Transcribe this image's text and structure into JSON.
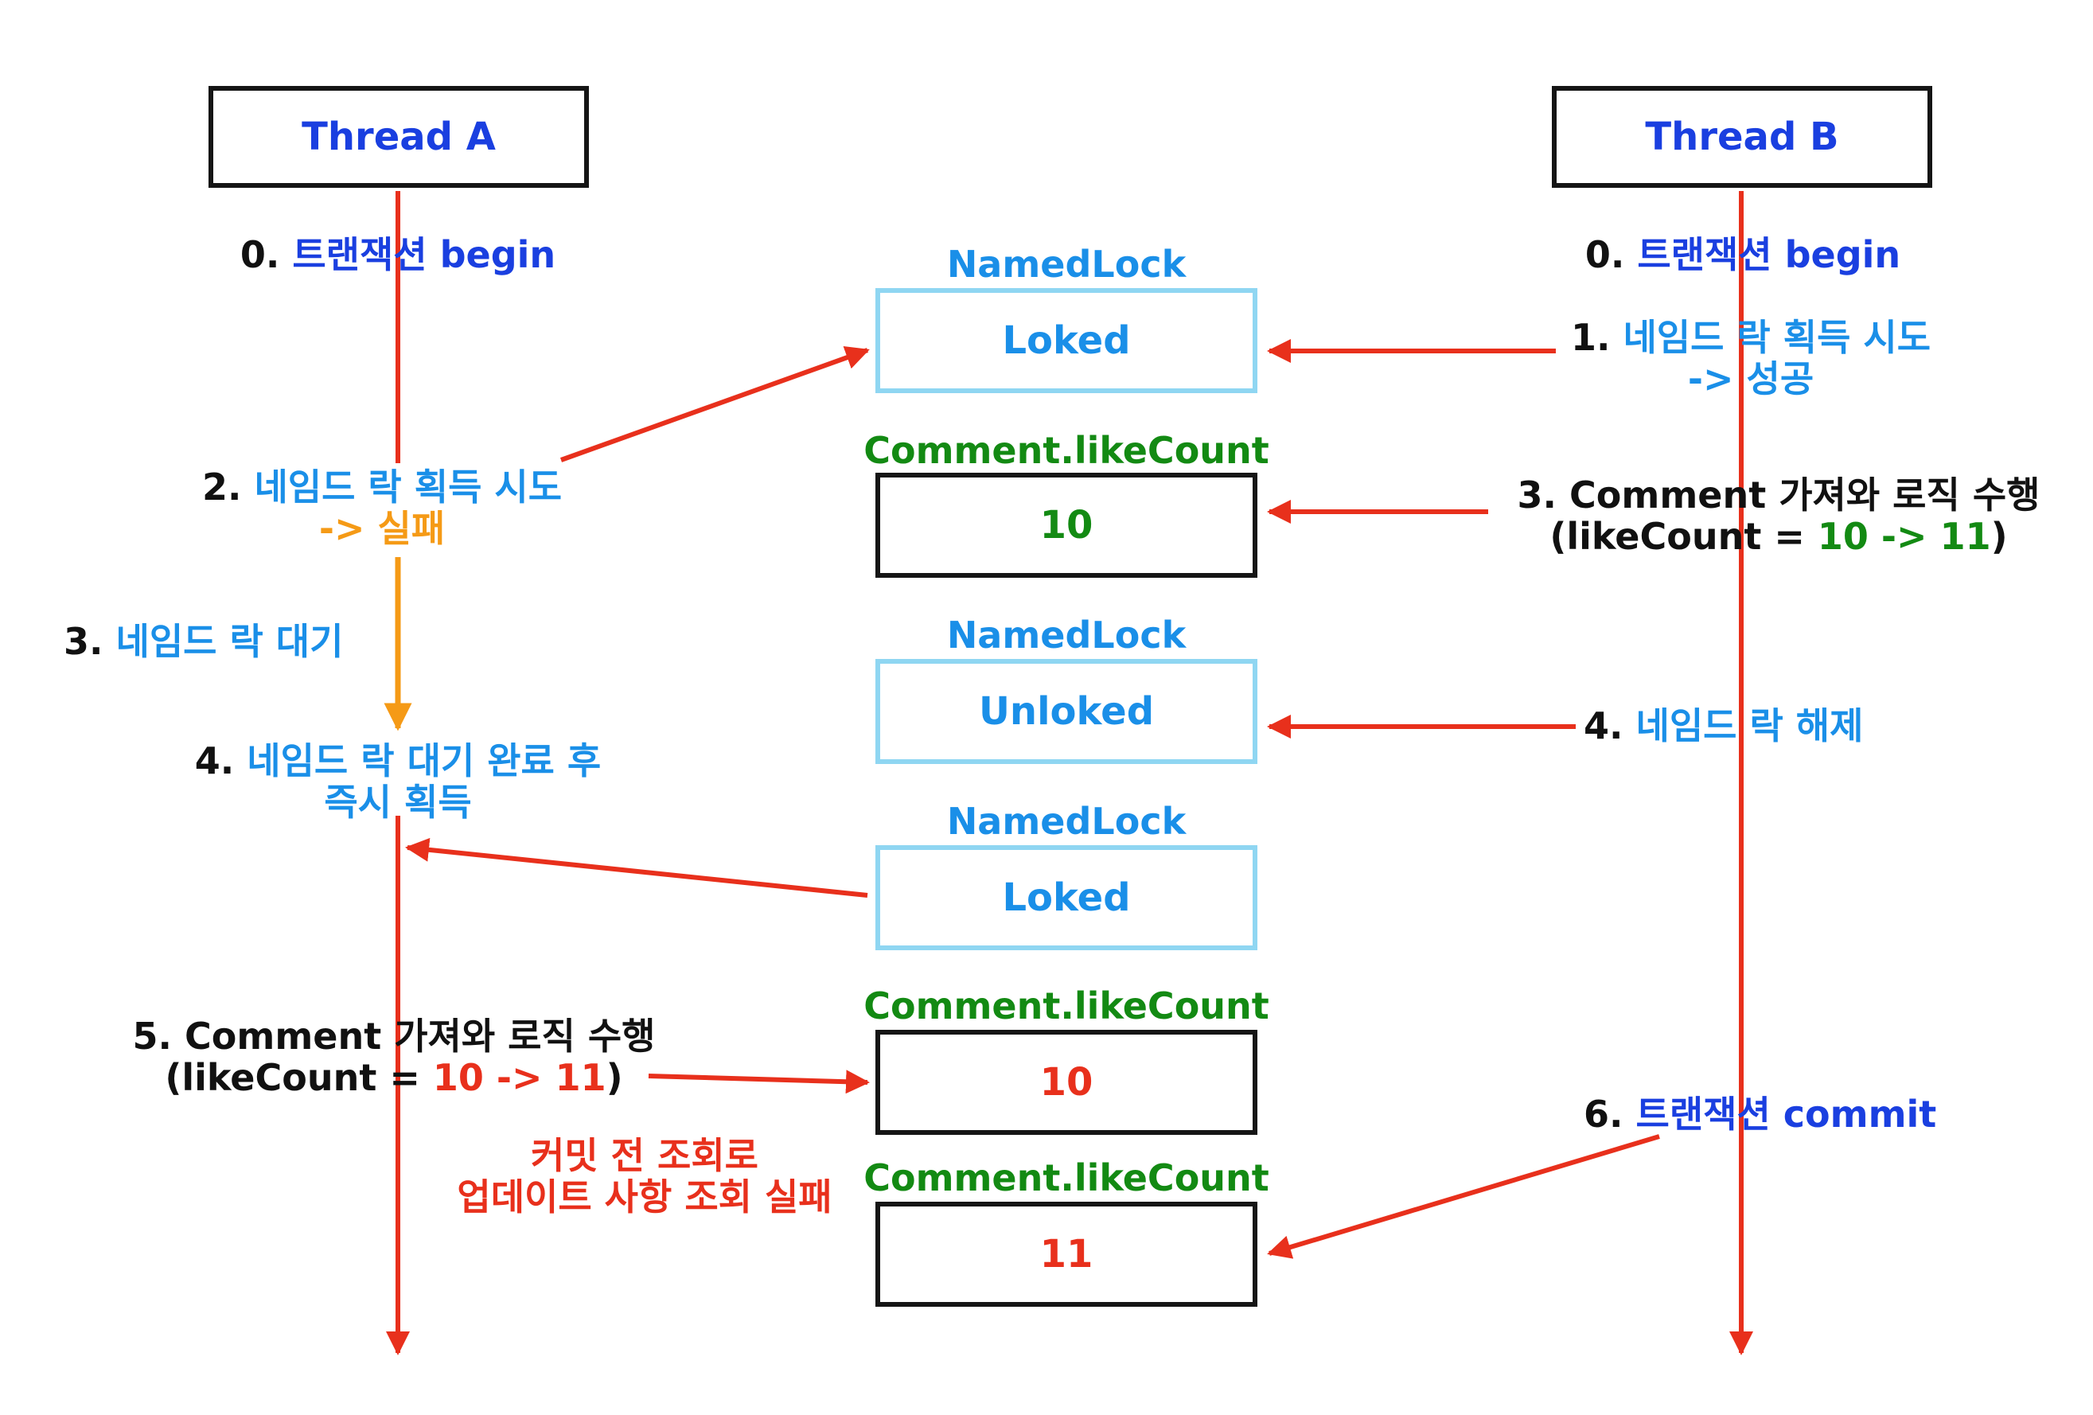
{
  "colors": {
    "arrow_red": "#e8301c",
    "arrow_orange": "#f59a16",
    "thread_title_blue": "#1a3fe0",
    "lock_blue": "#1a8fe8",
    "lock_border": "#8fd6f2",
    "count_green": "#138a13",
    "count_red": "#e8301c",
    "box_border_black": "#151515"
  },
  "threads": {
    "a": {
      "title": "Thread A"
    },
    "b": {
      "title": "Thread B"
    }
  },
  "thread_a_steps": {
    "s0": {
      "num": "0.",
      "text": "트랜잭션 begin"
    },
    "s2": {
      "num": "2.",
      "text": "네임드 락 획득 시도",
      "result": "-> 실패"
    },
    "s3": {
      "num": "3.",
      "text": "네임드 락 대기"
    },
    "s4": {
      "num": "4.",
      "text": "네임드 락 대기 완료 후",
      "line2": "즉시 획득"
    },
    "s5": {
      "line1": "5. Comment 가져와 로직 수행",
      "prefix": "(likeCount = ",
      "change": "10 -> 11",
      "suffix": ")"
    }
  },
  "thread_b_steps": {
    "s0": {
      "num": "0.",
      "text": "트랜잭션 begin"
    },
    "s1": {
      "num": "1.",
      "text": "네임드 락 획득 시도",
      "result": "-> 성공"
    },
    "s3": {
      "line1": "3. Comment 가져와 로직 수행",
      "prefix": "(likeCount = ",
      "change": "10 -> 11",
      "suffix": ")"
    },
    "s4": {
      "num": "4.",
      "text": "네임드 락 해제"
    },
    "s6": {
      "num": "6.",
      "text": "트랜잭션 commit"
    }
  },
  "center": {
    "lock1": {
      "label": "NamedLock",
      "state": "Loked"
    },
    "count1": {
      "label": "Comment.likeCount",
      "value": "10"
    },
    "lock2": {
      "label": "NamedLock",
      "state": "Unloked"
    },
    "lock3": {
      "label": "NamedLock",
      "state": "Loked"
    },
    "count2": {
      "label": "Comment.likeCount",
      "value": "10"
    },
    "count3": {
      "label": "Comment.likeCount",
      "value": "11"
    }
  },
  "note": {
    "line1": "커밋 전 조회로",
    "line2": "업데이트 사항 조회 실패"
  }
}
